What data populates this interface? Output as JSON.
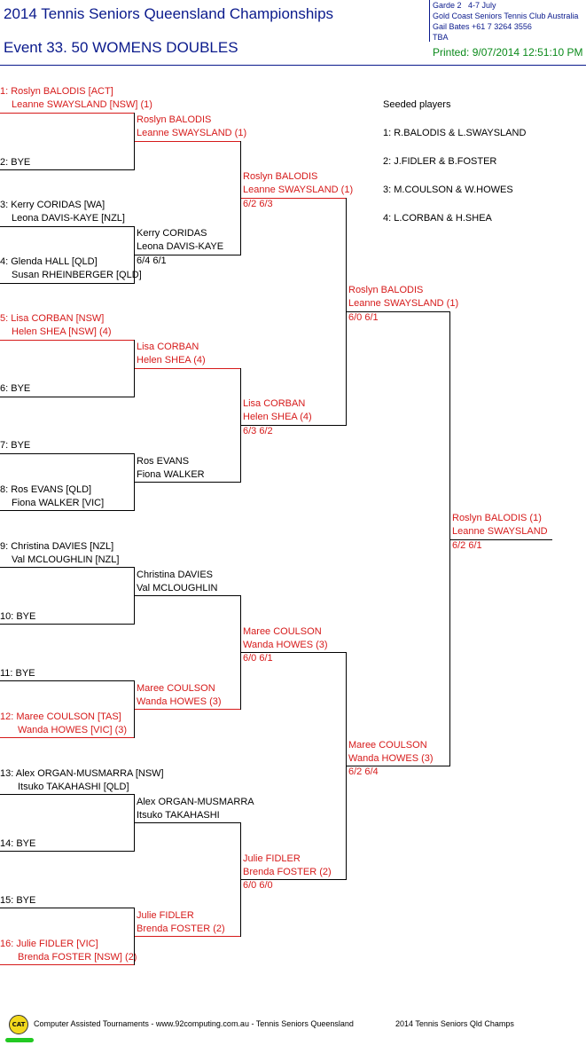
{
  "header": {
    "title": "2014 Tennis Seniors Queensland Championships",
    "event": "Event 33. 50  WOMENS DOUBLES",
    "grade": "Garde 2",
    "dates": "4-7 July",
    "venue": "Gold Coast Seniors Tennis Club   Australia",
    "contact": "Gail Bates    +61 7 3264 3556",
    "tba": "TBA",
    "printed": "Printed: 9/07/2014 12:51:10 PM"
  },
  "draw": [
    {
      "line1": "1: Roslyn BALODIS [ACT]",
      "line2": "Leanne SWAYSLAND [NSW] (1)"
    },
    {
      "line1": "2: BYE"
    },
    {
      "line1": "3: Kerry CORIDAS [WA]",
      "line2": "Leona DAVIS-KAYE [NZL]"
    },
    {
      "line1": "4: Glenda HALL [QLD]",
      "line2": "Susan RHEINBERGER [QLD]"
    },
    {
      "line1": "5: Lisa CORBAN [NSW]",
      "line2": "Helen SHEA [NSW] (4)"
    },
    {
      "line1": "6: BYE"
    },
    {
      "line1": "7: BYE"
    },
    {
      "line1": "8: Ros EVANS [QLD]",
      "line2": "Fiona WALKER [VIC]"
    },
    {
      "line1": "9: Christina DAVIES [NZL]",
      "line2": "Val MCLOUGHLIN [NZL]"
    },
    {
      "line1": "10: BYE"
    },
    {
      "line1": "11: BYE"
    },
    {
      "line1": "12: Maree COULSON [TAS]",
      "line2": "Wanda HOWES [VIC] (3)"
    },
    {
      "line1": "13: Alex ORGAN-MUSMARRA [NSW]",
      "line2": "Itsuko TAKAHASHI [QLD]"
    },
    {
      "line1": "14: BYE"
    },
    {
      "line1": "15: BYE"
    },
    {
      "line1": "16: Julie FIDLER [VIC]",
      "line2": "Brenda FOSTER [NSW] (2)"
    }
  ],
  "round2": [
    {
      "line1": "Roslyn BALODIS",
      "line2": "Leanne SWAYSLAND (1)"
    },
    {
      "line1": "Kerry CORIDAS",
      "line2": "Leona DAVIS-KAYE",
      "score": "6/4 6/1"
    },
    {
      "line1": "Lisa CORBAN",
      "line2": "Helen SHEA (4)"
    },
    {
      "line1": "Ros EVANS",
      "line2": "Fiona WALKER"
    },
    {
      "line1": "Christina DAVIES",
      "line2": "Val MCLOUGHLIN"
    },
    {
      "line1": "Maree COULSON",
      "line2": "Wanda HOWES (3)"
    },
    {
      "line1": "Alex ORGAN-MUSMARRA",
      "line2": "Itsuko TAKAHASHI"
    },
    {
      "line1": "Julie FIDLER",
      "line2": "Brenda FOSTER (2)"
    }
  ],
  "quarterfinals": [
    {
      "line1": "Roslyn BALODIS",
      "line2": "Leanne SWAYSLAND (1)",
      "score": "6/2 6/3"
    },
    {
      "line1": "Lisa CORBAN",
      "line2": "Helen SHEA (4)",
      "score": "6/3 6/2"
    },
    {
      "line1": "Maree COULSON",
      "line2": "Wanda HOWES (3)",
      "score": "6/0 6/1"
    },
    {
      "line1": "Julie FIDLER",
      "line2": "Brenda FOSTER (2)",
      "score": "6/0 6/0"
    }
  ],
  "semifinals": [
    {
      "line1": "Roslyn BALODIS",
      "line2": "Leanne SWAYSLAND (1)",
      "score": "6/0 6/1"
    },
    {
      "line1": "Maree COULSON",
      "line2": "Wanda HOWES (3)",
      "score": "6/2 6/4"
    }
  ],
  "final": {
    "line1": "Roslyn BALODIS (1)",
    "line2": "Leanne SWAYSLAND",
    "score": "6/2 6/1"
  },
  "seeded": {
    "heading": "Seeded players",
    "list": [
      "1: R.BALODIS & L.SWAYSLAND",
      "2: J.FIDLER & B.FOSTER",
      "3: M.COULSON & W.HOWES",
      "4: L.CORBAN & H.SHEA"
    ]
  },
  "footer": {
    "logo": "CAT",
    "credit": "Computer Assisted Tournaments - www.92computing.com.au -  Tennis Seniors Queensland",
    "champs": "2014 Tennis Seniors Qld Champs"
  },
  "colors": {
    "seeded_red": "#d61a1a",
    "title_blue": "#0a1a8c",
    "printed_green": "#0a8a1a"
  }
}
